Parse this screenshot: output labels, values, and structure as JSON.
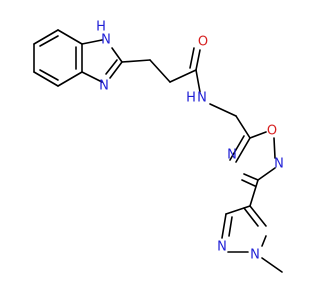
{
  "molecule": {
    "atoms": [
      {
        "label": "H",
        "color": "#1f1fd6"
      },
      {
        "label": "N",
        "color": "#1f1fd6"
      },
      {
        "label": "N",
        "color": "#1f1fd6"
      },
      {
        "label": "O",
        "color": "#d61f1f"
      },
      {
        "label": "N",
        "color": "#1f1fd6"
      },
      {
        "label": "H",
        "color": "#1f1fd6"
      },
      {
        "label": "N",
        "color": "#1f1fd6"
      },
      {
        "label": "O",
        "color": "#d61f1f"
      },
      {
        "label": "N",
        "color": "#1f1fd6"
      },
      {
        "label": "N",
        "color": "#1f1fd6"
      },
      {
        "label": "N",
        "color": "#1f1fd6"
      }
    ]
  }
}
